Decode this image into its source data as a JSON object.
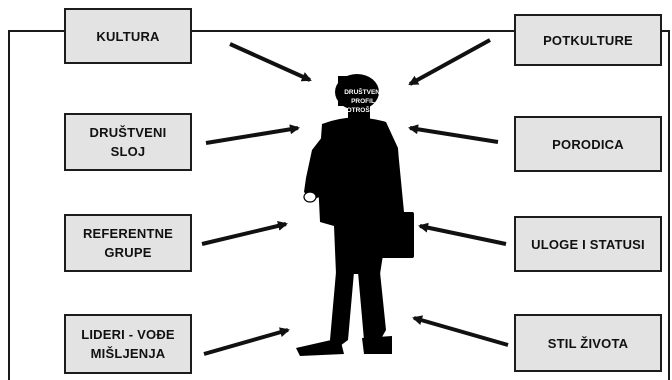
{
  "diagram": {
    "center_label": "DRUŠTVENI\nPROFIL\nPOTROŠAČA",
    "boxes": {
      "kultura": "KULTURA",
      "drustveni_sloj": "DRUŠTVENI\nSLOJ",
      "referentne_grupe": "REFERENTNE\nGRUPE",
      "lideri": "LIDERI - VOĐE\nMIŠLJENJA",
      "potkulture": "POTKULTURE",
      "porodica": "PORODICA",
      "uloge": "ULOGE I STATUSI",
      "stil": "STIL ŽIVOTA"
    }
  },
  "colors": {
    "box_fill": "#e3e3e3",
    "box_border": "#1c1c1c",
    "figure": "#000000",
    "arrow": "#111111"
  }
}
